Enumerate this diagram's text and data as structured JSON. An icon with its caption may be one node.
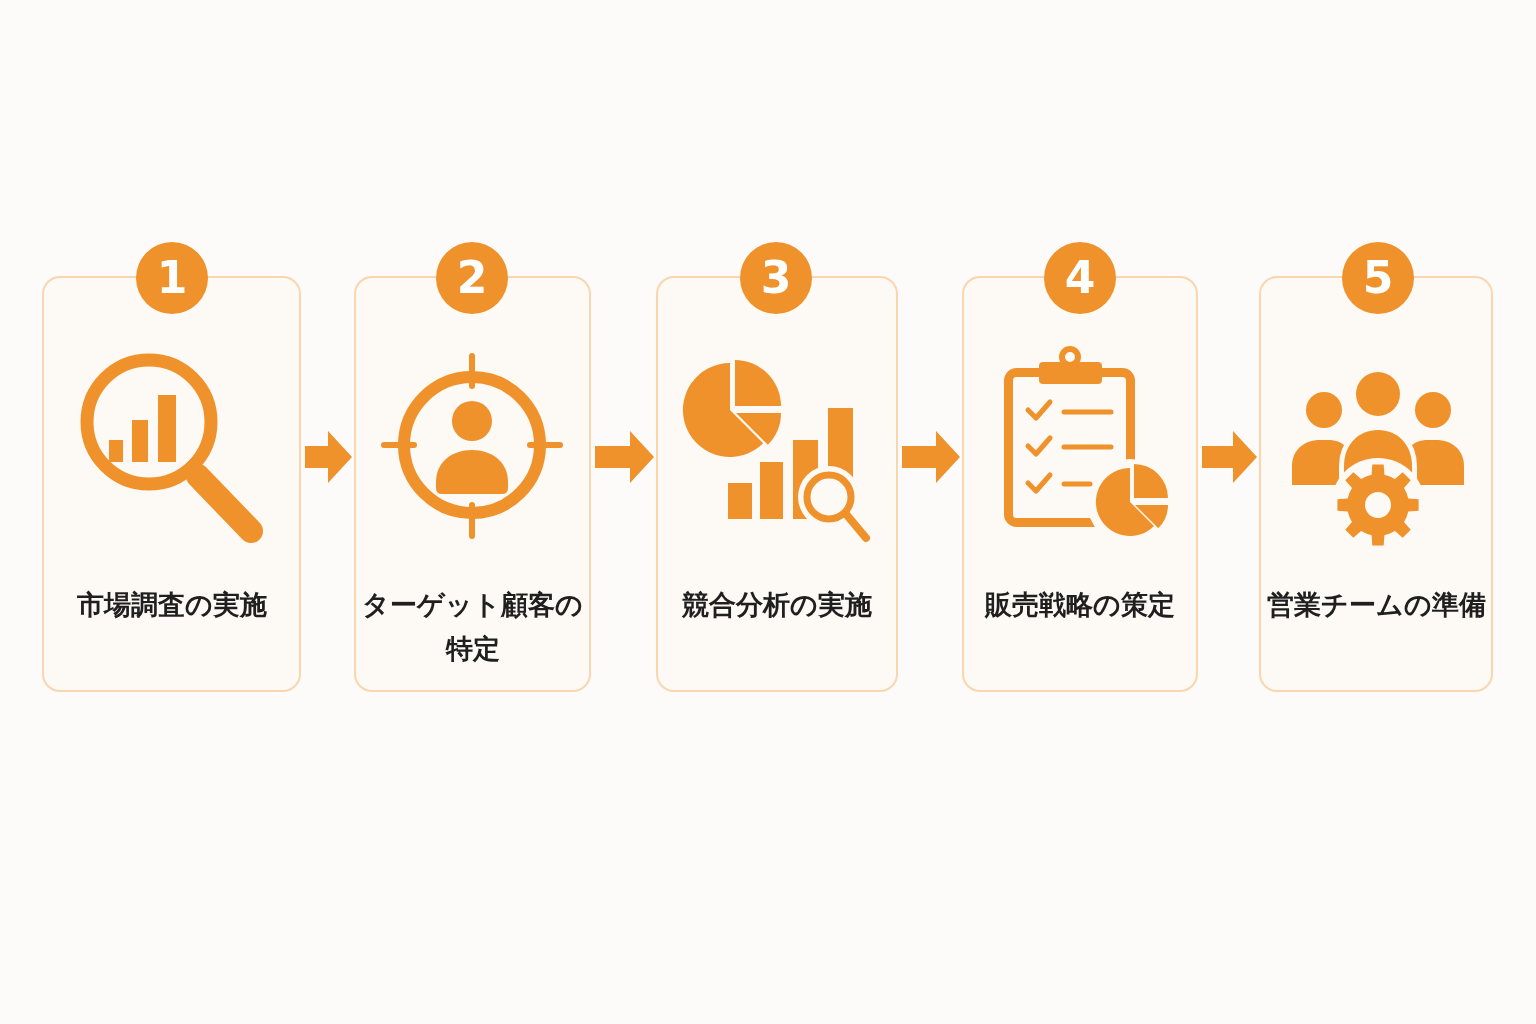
{
  "diagram": {
    "nodes": [
      {
        "text": [
          "1"
        ]
      },
      {
        "text": [
          "市場調査の実施"
        ]
      },
      {
        "text": [
          "2"
        ]
      },
      {
        "text": [
          "ターゲット顧客の特定"
        ]
      },
      {
        "text": [
          "3"
        ]
      },
      {
        "text": [
          "競合分析の実施"
        ]
      },
      {
        "text": [
          "4"
        ]
      },
      {
        "text": [
          "販売戦略の策定"
        ]
      },
      {
        "text": [
          "5"
        ]
      },
      {
        "text": [
          "営業チームの準備"
        ]
      }
    ],
    "edges": [
      {
        "from": 1,
        "to": 3,
        "arrow": "to"
      },
      {
        "from": 3,
        "to": 5,
        "arrow": "to"
      },
      {
        "from": 5,
        "to": 7,
        "arrow": "to"
      },
      {
        "from": 7,
        "to": 9,
        "arrow": "to"
      }
    ]
  }
}
